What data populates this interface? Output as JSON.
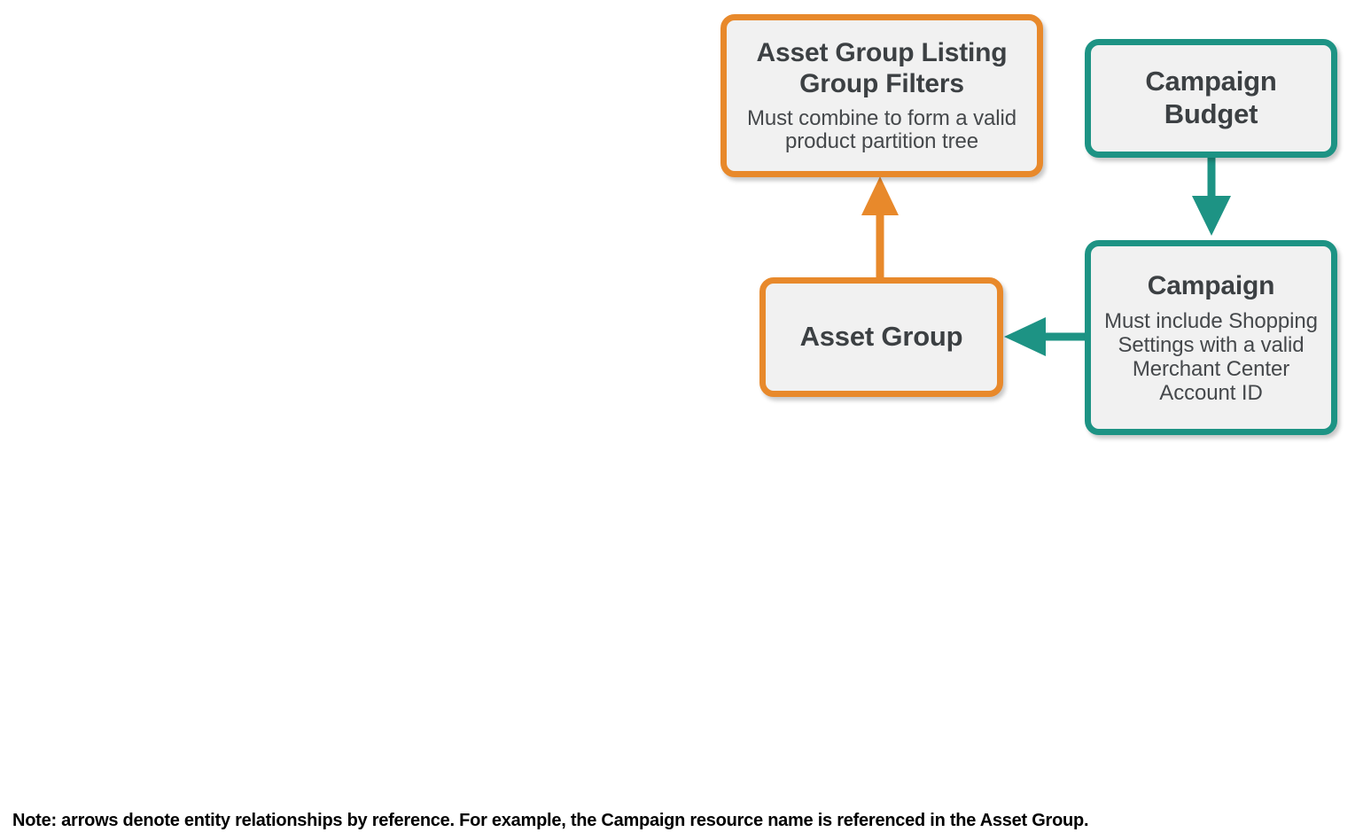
{
  "diagram": {
    "type": "entity-relationship",
    "background": "#ffffff",
    "palette": {
      "orange": "#e8892b",
      "teal": "#1d9384",
      "node_fill": "#f1f1f1",
      "title_text": "#3c4043",
      "body_text": "#45484b",
      "note_text": "#000000"
    },
    "nodes": [
      {
        "id": "asset_group_listing_group_filters",
        "title": "Asset Group Listing Group Filters",
        "description": "Must combine to form a valid product partition tree",
        "color": "orange"
      },
      {
        "id": "campaign_budget",
        "title": "Campaign Budget",
        "description": "",
        "color": "teal"
      },
      {
        "id": "asset_group",
        "title": "Asset Group",
        "description": "",
        "color": "orange"
      },
      {
        "id": "campaign",
        "title": "Campaign",
        "description": "Must include Shopping Settings with a valid Merchant Center Account ID",
        "color": "teal"
      }
    ],
    "edges": [
      {
        "id": "asset-group-to-filters",
        "from": "asset_group",
        "to": "asset_group_listing_group_filters",
        "direction": "up",
        "color": "orange"
      },
      {
        "id": "campaign-budget-to-campaign",
        "from": "campaign_budget",
        "to": "campaign",
        "direction": "down",
        "color": "teal"
      },
      {
        "id": "campaign-to-asset-group",
        "from": "campaign",
        "to": "asset_group",
        "direction": "left",
        "color": "teal"
      }
    ],
    "note": "Note: arrows denote entity relationships by reference. For example, the Campaign resource name is referenced in the Asset Group."
  }
}
